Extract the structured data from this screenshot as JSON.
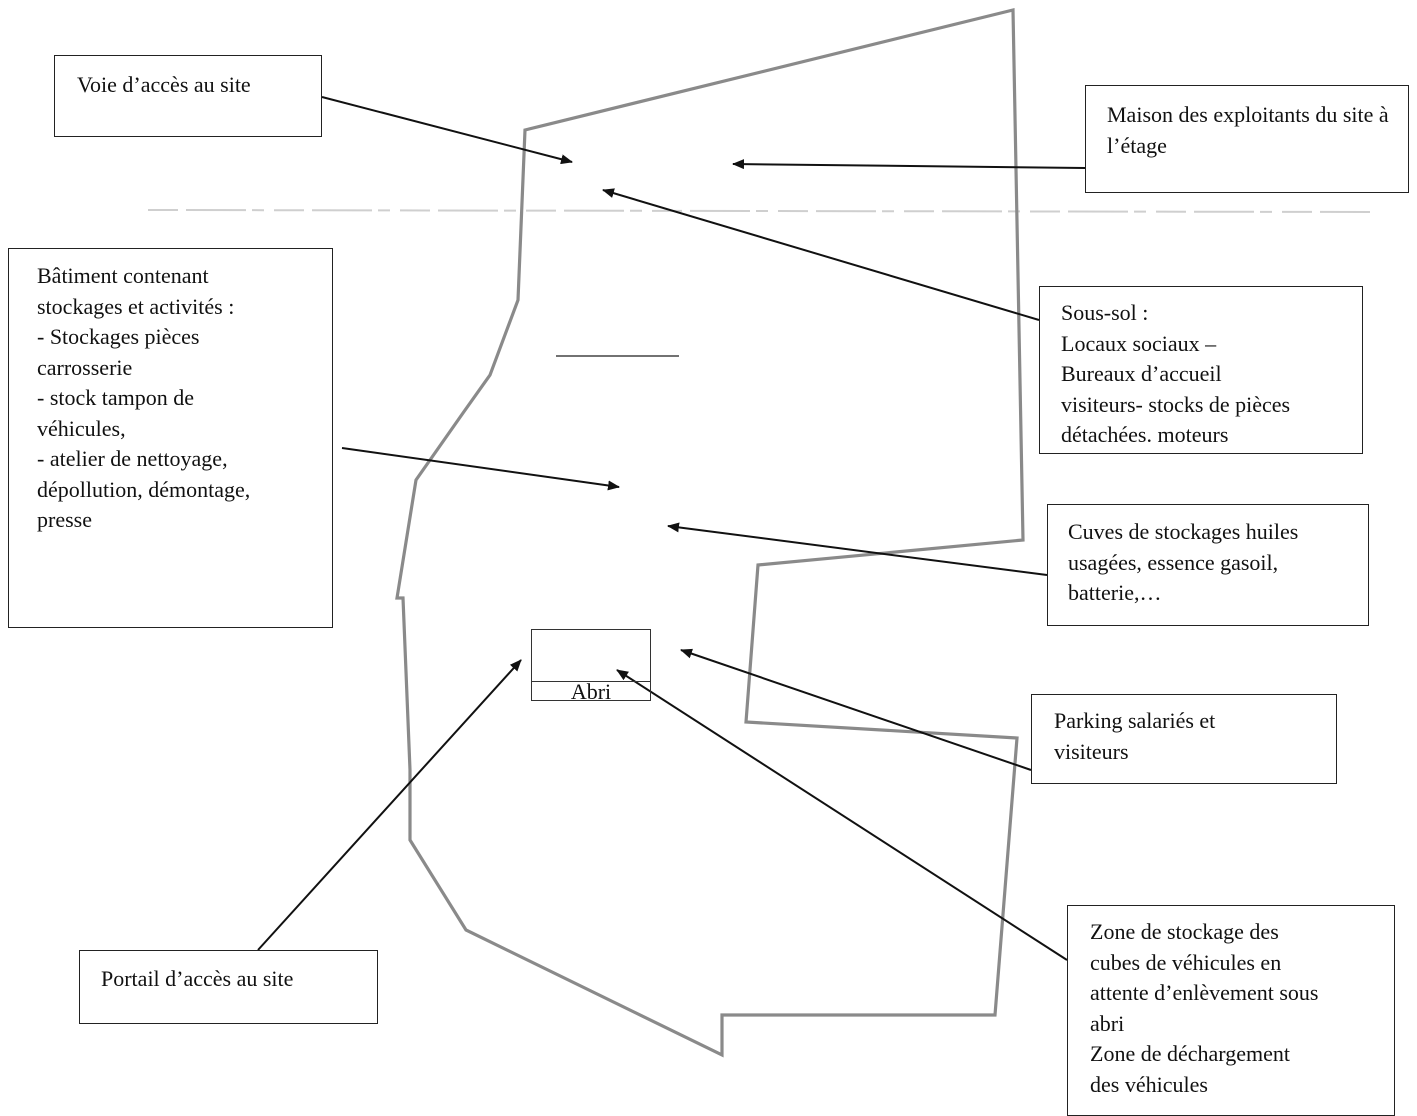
{
  "labels": {
    "voie_acces": "Voie d’accès au site",
    "maison": "Maison des exploitants du site à l’étage",
    "batiment": "Bâtiment contenant\nstockages et activités :\n- Stockages pièces\ncarrosserie\n- stock tampon de\nvéhicules,\n- atelier de nettoyage,\ndépollution, démontage,\npresse",
    "sous_sol": "Sous-sol :\nLocaux sociaux –\nBureaux d’accueil\nvisiteurs- stocks de pièces\ndétachées. moteurs",
    "cuves": "Cuves de stockages huiles\nusagées, essence gasoil,\nbatterie,…",
    "parking": "Parking salariés et\nvisiteurs",
    "portail": "Portail d’accès au site",
    "zone_stockage": "Zone de stockage des\ncubes de véhicules en\nattente d’enlèvement sous\nabri\nZone de déchargement\ndes véhicules"
  },
  "abri_label": "Abri",
  "colors": {
    "line": "#111111",
    "site_outline": "#8a8a8a",
    "box_border": "#222222",
    "background": "#ffffff"
  }
}
